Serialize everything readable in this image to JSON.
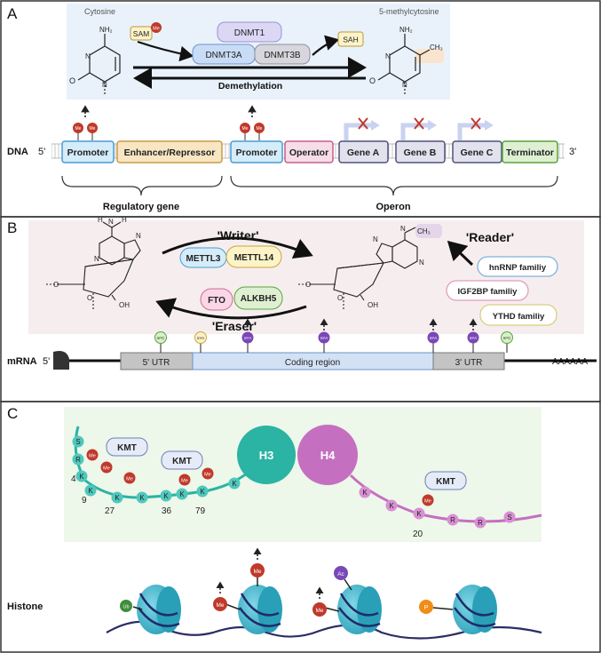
{
  "panels": {
    "a": "A",
    "b": "B",
    "c": "C"
  },
  "panel_a": {
    "cytosine": "Cytosine",
    "methylcytosine": "5-methylcytosine",
    "sam": "SAM",
    "me": "Me",
    "dnmt1": "DNMT1",
    "dnmt3a": "DNMT3A",
    "dnmt3b": "DNMT3B",
    "sah": "SAH",
    "demethylation": "Demethylation",
    "atom_nh2": "NH₂",
    "atom_n": "N",
    "atom_o": "O",
    "atom_ch3": "CH₃",
    "dna_label": "DNA",
    "end5": "5'",
    "end3": "3'",
    "elements": {
      "promoter1": "Promoter",
      "enhancer": "Enhancer/Repressor",
      "promoter2": "Promoter",
      "operator": "Operator",
      "gene_a": "Gene A",
      "gene_b": "Gene B",
      "gene_c": "Gene C",
      "terminator": "Terminator"
    },
    "regulatory_gene": "Regulatory gene",
    "operon": "Operon"
  },
  "panel_b": {
    "writer": "'Writer'",
    "eraser": "'Eraser'",
    "reader": "'Reader'",
    "mettl3": "METTL3",
    "mettl14": "METTL14",
    "fto": "FTO",
    "alkbh5": "ALKBH5",
    "hnrnp": "hnRNP familiy",
    "igf2bp": "IGF2BP familiy",
    "ythd": "YTHD familiy",
    "atom_n": "N",
    "atom_h": "H",
    "atom_o": "O",
    "atom_oh": "OH",
    "atom_ch3": "CH₃",
    "mrna_label": "mRNA",
    "end5": "5'",
    "utr5": "5' UTR",
    "coding": "Coding region",
    "utr3": "3' UTR",
    "polya": "AAAAAA",
    "mod_m5c": "m⁵C",
    "mod_m1a": "m¹A",
    "mod_m6a": "m⁶A"
  },
  "panel_c": {
    "h3": "H3",
    "h4": "H4",
    "kmt": "KMT",
    "me": "Me",
    "res_s": "S",
    "res_r": "R",
    "res_k": "K",
    "pos4": "4",
    "pos9": "9",
    "pos27": "27",
    "pos36": "36",
    "pos79": "79",
    "pos20": "20",
    "histone_label": "Histone",
    "ub": "Ub",
    "ac": "Ac",
    "p": "P"
  },
  "colors": {
    "teal": "#2bb3a3",
    "purple": "#c56fc0",
    "methyl_red": "#c0392b",
    "nucleosome": "#3fb3c9",
    "panel_a_bg": "#e9f2fb",
    "panel_b_bg": "#f6eeee",
    "panel_c_bg": "#edf7ea"
  }
}
